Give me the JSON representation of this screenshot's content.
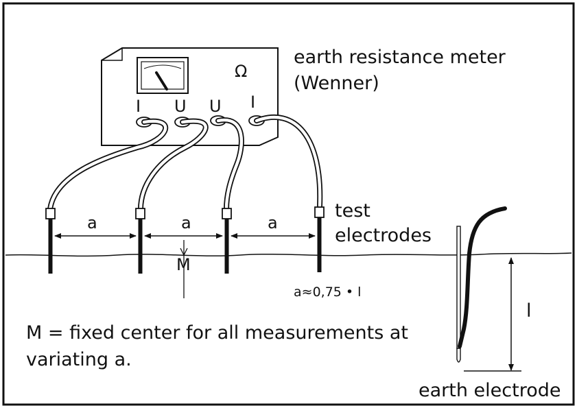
{
  "meter": {
    "title_line1": "earth resistance meter",
    "title_line2": "(Wenner)",
    "ohm_symbol": "Ω",
    "terminals": [
      "I",
      "U",
      "U",
      "I"
    ]
  },
  "electrodes": {
    "label_line1": "test",
    "label_line2": "electrodes",
    "spacing_labels": [
      "a",
      "a",
      "a"
    ],
    "center_label": "M",
    "formula": "a≈0,75 • l"
  },
  "note": {
    "line1": "M = fixed center for all measurements at",
    "line2": "variating a."
  },
  "earth_electrode": {
    "depth_label": "l",
    "label": "earth electrode"
  },
  "colors": {
    "line": "#111111",
    "background": "#ffffff"
  }
}
